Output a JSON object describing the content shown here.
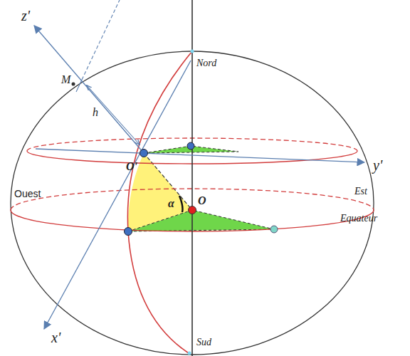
{
  "diagram": {
    "labels": [
      "z'",
      "M",
      "h",
      "Nord",
      "O'",
      "y'",
      "Ouest",
      "α",
      "O",
      "Est",
      "Equateur",
      "x'",
      "Sud"
    ]
  }
}
